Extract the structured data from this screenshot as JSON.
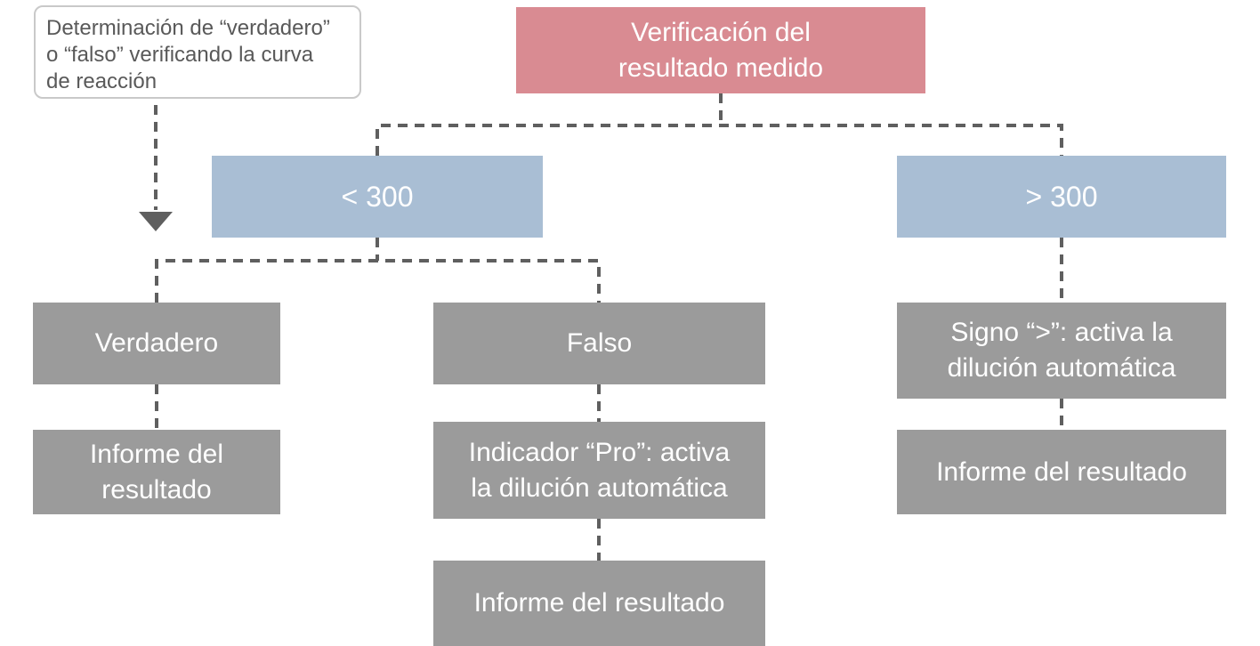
{
  "diagram": {
    "note": {
      "text": "Determinación de “verdadero”\no “falso” verificando la curva\nde reacción"
    },
    "root": {
      "text": "Verificación del\nresultado medido"
    },
    "branch_lt300": {
      "text": "< 300"
    },
    "branch_gt300": {
      "text": "> 300"
    },
    "verdadero": {
      "text": "Verdadero"
    },
    "falso": {
      "text": "Falso"
    },
    "signo": {
      "text": "Signo “>”: activa la\ndilución automática"
    },
    "informe_left": {
      "text": "Informe del\nresultado"
    },
    "indicador": {
      "text": "Indicador “Pro”: activa\nla dilución automática"
    },
    "informe_right": {
      "text": "Informe del resultado"
    },
    "informe_bottom": {
      "text": "Informe del resultado"
    }
  },
  "colors": {
    "red": "#d98b92",
    "blue": "#a9bed4",
    "gray": "#9b9b9b",
    "line": "#5f5f5f",
    "note-border": "#c9c9c9",
    "note-text": "#595959"
  }
}
